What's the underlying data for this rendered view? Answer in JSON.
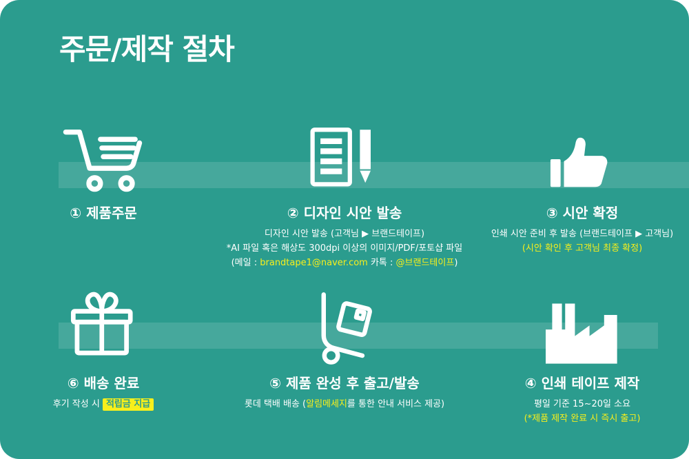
{
  "page": {
    "title": "주문/제작 절차"
  },
  "colors": {
    "background": "#2b9c8e",
    "flow_band": "rgba(255,255,255,0.13)",
    "text": "#ffffff",
    "accent_yellow": "#f8ef1b"
  },
  "steps": {
    "s1": {
      "icon": "shopping-cart-icon",
      "title": "① 제품주문"
    },
    "s2": {
      "icon": "document-pencil-icon",
      "title": "② 디자인 시안 발송",
      "line1": "디자인 시안 발송 (고객님 ▶ 브랜드테이프)",
      "line2": "*AI 파일 혹은 해상도 300dpi 이상의 이미지/PDF/포토샵 파일",
      "line3_a": "(메일 : ",
      "line3_email": "brandtape1@naver.com",
      "line3_b": " 카톡 : ",
      "line3_kakao": "@브랜드테이프",
      "line3_c": ")"
    },
    "s3": {
      "icon": "thumbs-up-icon",
      "title": "③ 시안 확정",
      "line1": "인쇄 시안 준비 후 발송 (브랜드테이프 ▶ 고객님)",
      "line2": "(시안 확인 후 고객님 최종 확정)"
    },
    "s4": {
      "icon": "factory-icon",
      "title": "④ 인쇄 테이프 제작",
      "line1": "평일 기준 15~20일 소요",
      "line2": "(*제품 제작 완료 시 즉시 출고)"
    },
    "s5": {
      "icon": "hand-truck-icon",
      "title": "⑤ 제품 완성 후 출고/발송",
      "line1_a": "롯데 택배 배송 (",
      "line1_y": "알림메세지",
      "line1_b": "를 통한 안내 서비스 제공)"
    },
    "s6": {
      "icon": "gift-box-icon",
      "title": "⑥ 배송 완료",
      "line1_a": "후기 작성 시 ",
      "line1_badge": "적립금 지급"
    }
  }
}
